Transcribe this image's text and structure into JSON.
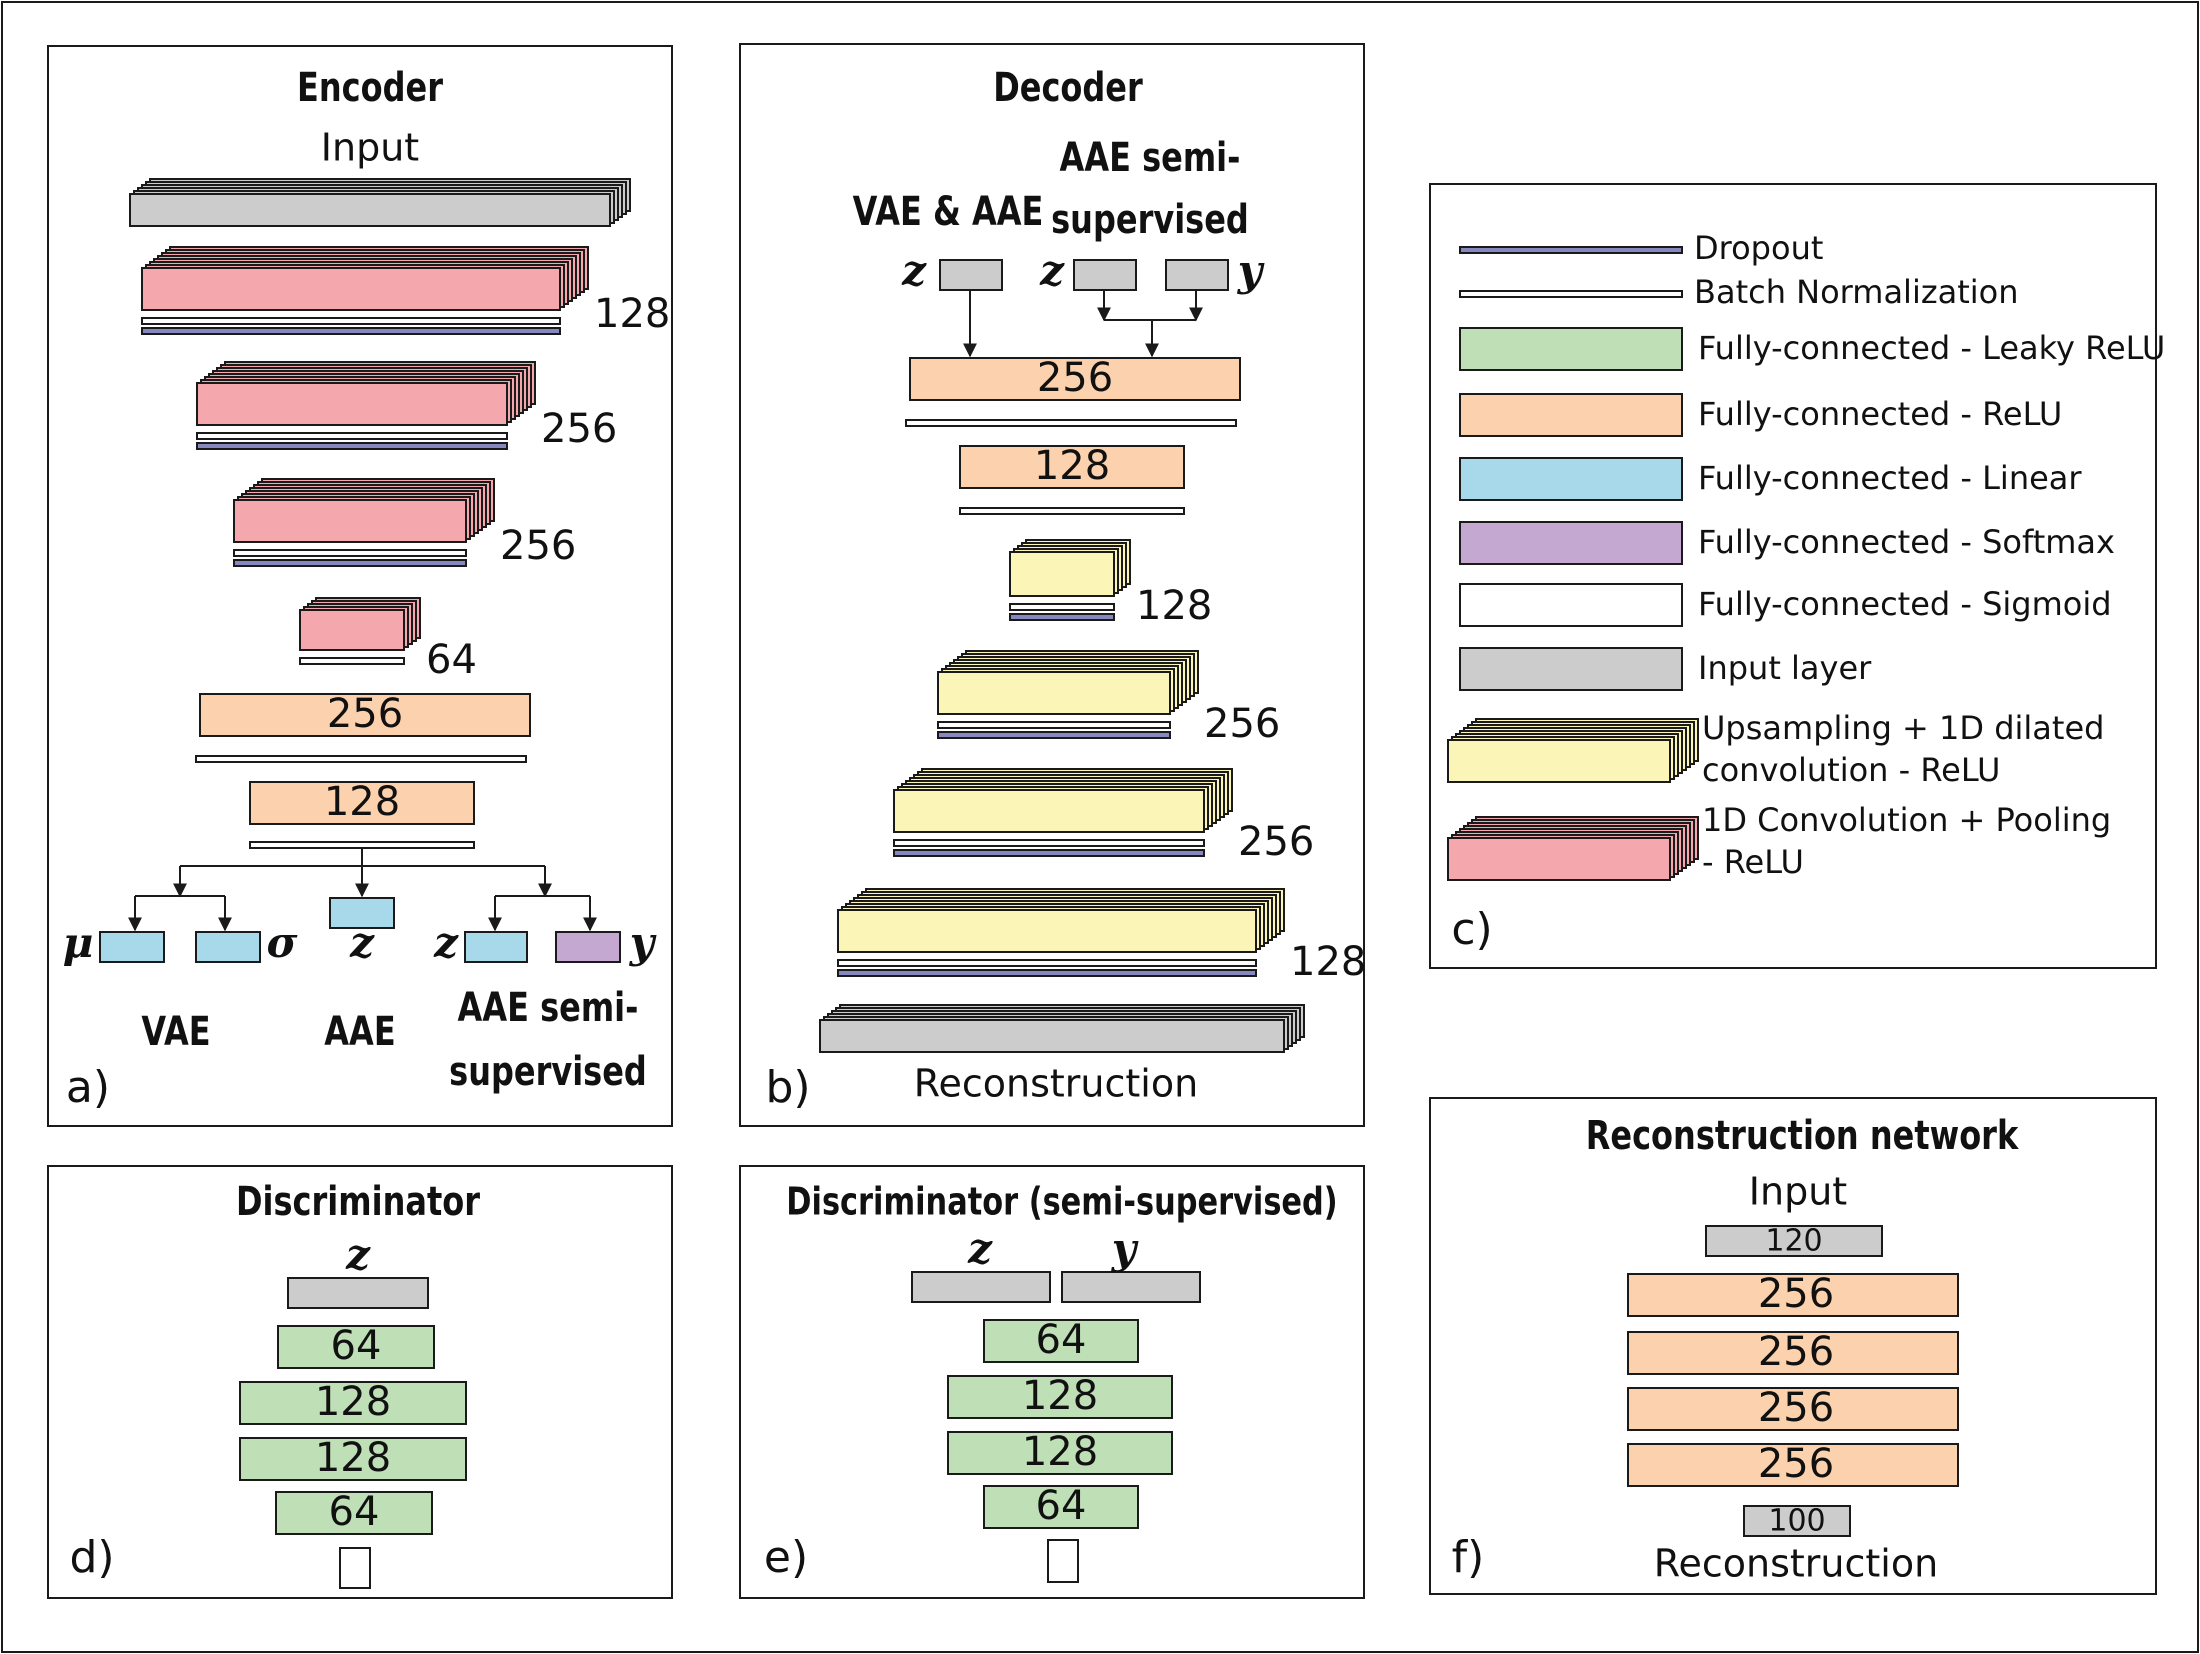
{
  "colors": {
    "red": "#f4a8ad",
    "orange": "#fbd2ad",
    "blue": "#a7d9eb",
    "purple": "#c4a8d2",
    "green": "#bfdfb7",
    "yellow": "#fbf6b8",
    "gray": "#cccccc",
    "dropout": "#8888c0",
    "stroke": "#1a1a1a"
  },
  "encoder": {
    "title": "Encoder",
    "input_label": "Input",
    "conv_sizes": [
      "128",
      "256",
      "256",
      "64"
    ],
    "fc_sizes": [
      "256",
      "128"
    ],
    "latent": {
      "mu": "μ",
      "sigma": "σ",
      "z": "z",
      "y": "y",
      "vae": "VAE",
      "aae": "AAE",
      "semi_line1": "AAE semi-",
      "semi_line2": "supervised"
    },
    "panel_label": "a)"
  },
  "decoder": {
    "title": "Decoder",
    "vae_aae_label": "VAE & AAE",
    "semi_line1": "AAE semi-",
    "semi_line2": "supervised",
    "z": "z",
    "y": "y",
    "fc_sizes": [
      "256",
      "128"
    ],
    "up_sizes": [
      "128",
      "256",
      "256",
      "128"
    ],
    "output_label": "Reconstruction",
    "panel_label": "b)"
  },
  "legend": {
    "dropout": "Dropout",
    "batchnorm": "Batch Normalization",
    "fc_leaky": "Fully-connected  - Leaky ReLU",
    "fc_relu": "Fully-connected  - ReLU",
    "fc_linear": "Fully-connected  - Linear",
    "fc_softmax": "Fully-connected  - Softmax",
    "fc_sigmoid": "Fully-connected - Sigmoid",
    "input_layer": "Input layer",
    "upsampling_line1": "Upsampling + 1D dilated",
    "upsampling_line2": " convolution - ReLU",
    "conv_line1": "1D Convolution + Pooling",
    "conv_line2": "- ReLU",
    "panel_label": "c)"
  },
  "discriminator": {
    "title": "Discriminator",
    "z": "z",
    "sizes": [
      "64",
      "128",
      "128",
      "64"
    ],
    "panel_label": "d)"
  },
  "discriminator_semi": {
    "title": "Discriminator (semi-supervised)",
    "z": "z",
    "y": "y",
    "sizes": [
      "64",
      "128",
      "128",
      "64"
    ],
    "panel_label": "e)"
  },
  "reconstruction": {
    "title": "Reconstruction network",
    "input_label": "Input",
    "input_size": "120",
    "sizes": [
      "256",
      "256",
      "256",
      "256"
    ],
    "output_size": "100",
    "output_label": "Reconstruction",
    "panel_label": "f)"
  }
}
